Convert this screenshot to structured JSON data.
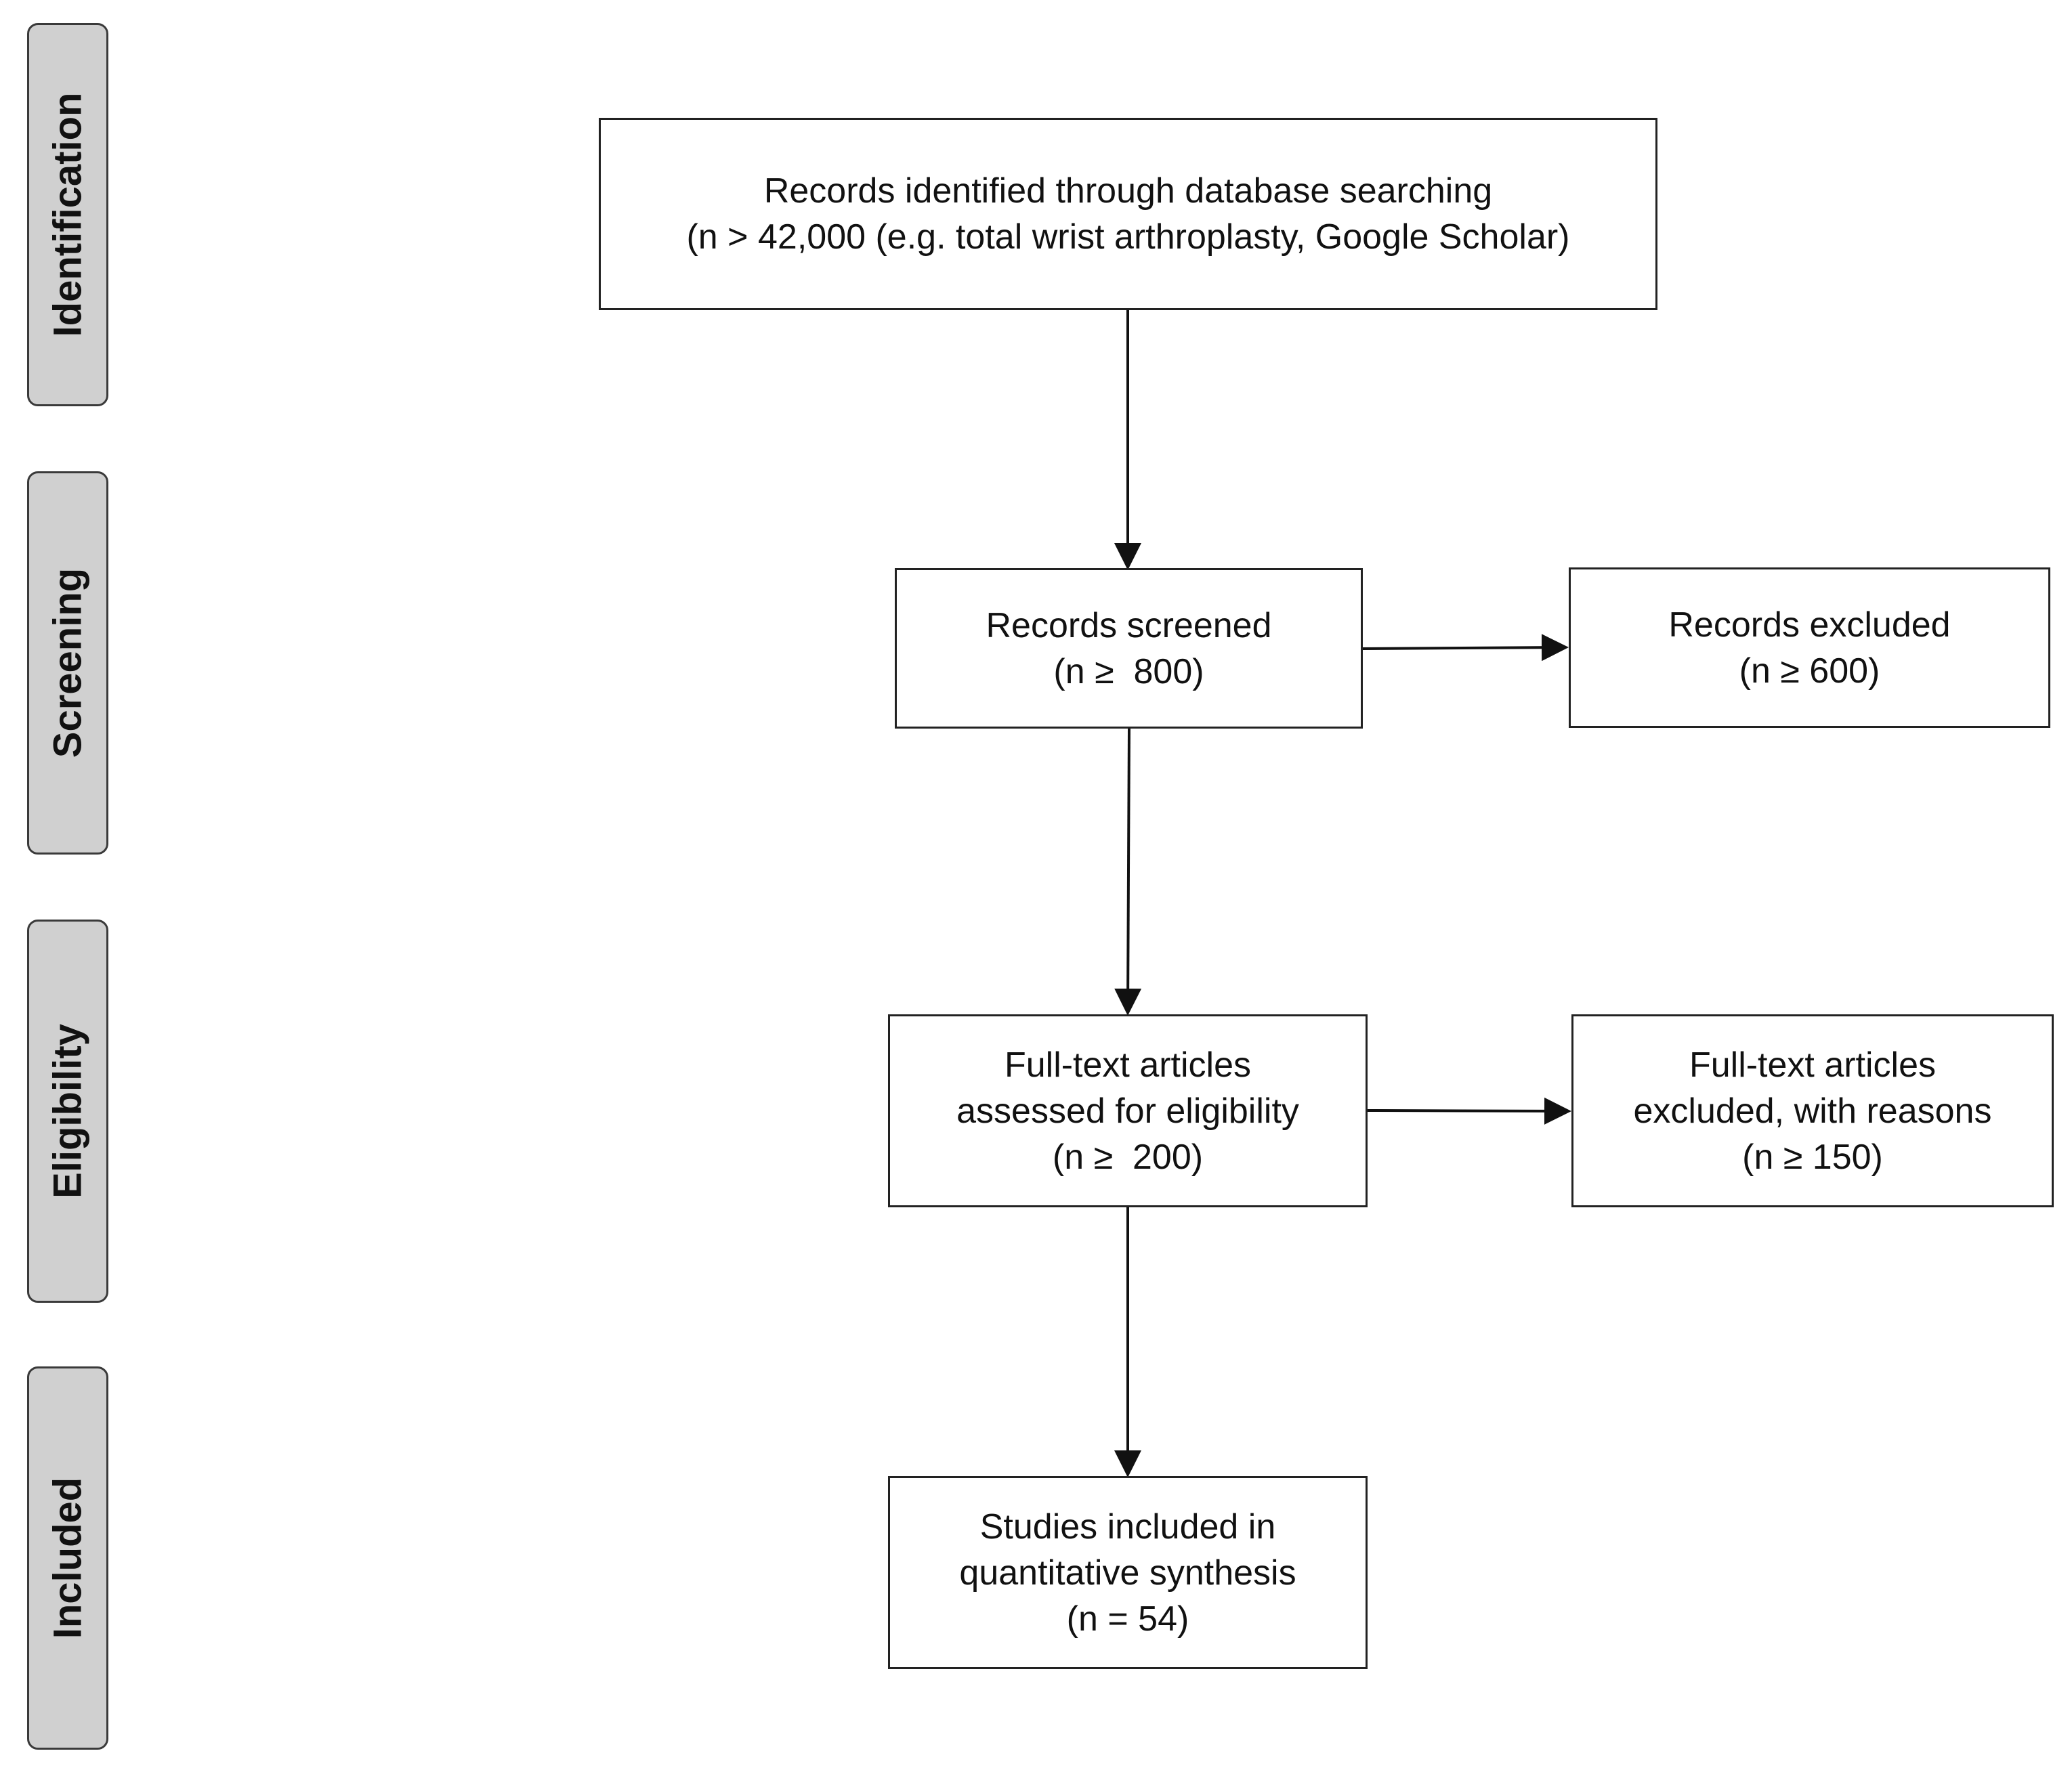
{
  "stages": [
    {
      "id": "identification",
      "label": "Identification"
    },
    {
      "id": "screening",
      "label": "Screening"
    },
    {
      "id": "eligibility",
      "label": "Eligibility"
    },
    {
      "id": "included",
      "label": "Included"
    }
  ],
  "boxes": {
    "identified": {
      "line1": "Records identified through database searching",
      "line2": "(n > 42,000 (e.g. total wrist arthroplasty, Google Scholar)"
    },
    "screened": {
      "line1": "Records screened",
      "line2": "(n ≥  800)"
    },
    "excluded": {
      "line1": "Records excluded",
      "line2": "(n ≥ 600)"
    },
    "assessed": {
      "line1": "Full-text articles",
      "line2": "assessed for eligibility",
      "line3": "(n ≥  200)"
    },
    "fulltext_excluded": {
      "line1": "Full-text articles",
      "line2": "excluded, with reasons",
      "line3": "(n ≥ 150)"
    },
    "included": {
      "line1": "Studies included in",
      "line2": "quantitative synthesis",
      "line3": "(n = 54)"
    }
  }
}
